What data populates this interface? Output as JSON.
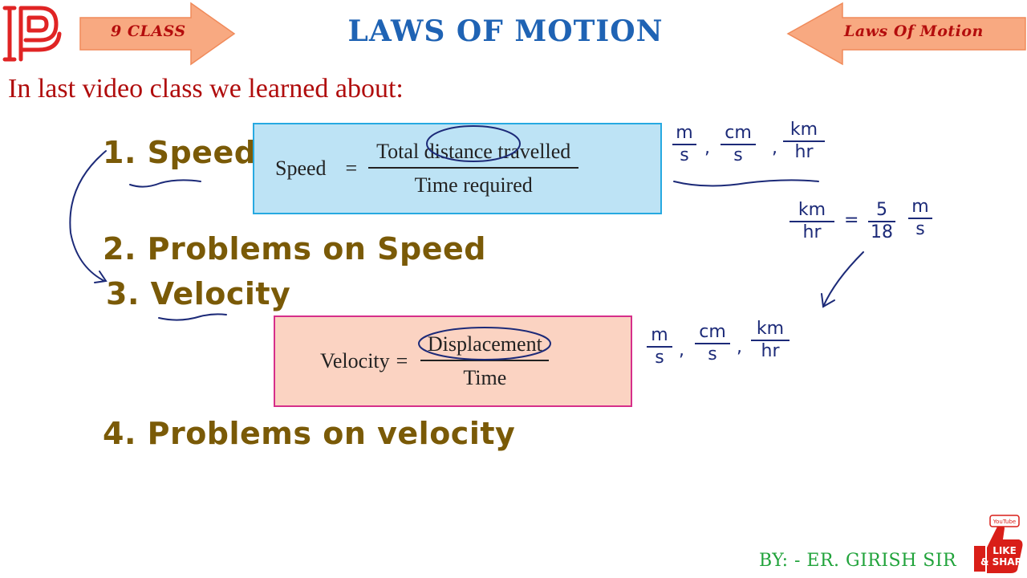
{
  "header": {
    "left_badge": "9 CLASS",
    "title": "LAWS OF MOTION",
    "right_badge": "Laws Of Motion"
  },
  "intro": "In last video class we learned about:",
  "topics": [
    {
      "label": "1. Speed"
    },
    {
      "label": "2. Problems on Speed"
    },
    {
      "label": "3. Velocity"
    },
    {
      "label": "4. Problems on velocity"
    }
  ],
  "speed_formula": {
    "lhs": "Speed",
    "eq": "=",
    "numerator": "Total distance travelled",
    "denominator": "Time required"
  },
  "velocity_formula": {
    "lhs": "Velocity",
    "eq": "=",
    "numerator": "Displacement",
    "denominator": "Time"
  },
  "handwritten": {
    "speed_units": [
      {
        "num": "m",
        "den": "s"
      },
      {
        "num": "cm",
        "den": "s"
      },
      {
        "num": "km",
        "den": "hr"
      }
    ],
    "conversion": {
      "lhs_num": "km",
      "lhs_den": "hr",
      "eq": "=",
      "factor_num": "5",
      "factor_den": "18",
      "rhs_num": "m",
      "rhs_den": "s"
    },
    "velocity_units": [
      {
        "num": "m",
        "den": "s"
      },
      {
        "num": "cm",
        "den": "s"
      },
      {
        "num": "km",
        "den": "hr"
      }
    ],
    "comma": ","
  },
  "footer": {
    "credit": "BY: - ER. GIRISH SIR",
    "like_badge_top": "YouTube",
    "like_badge_line1": "LIKE",
    "like_badge_line2": "& SHARE"
  },
  "colors": {
    "title_blue": "#1f63b4",
    "badge_fill": "#f8a981",
    "badge_text": "#b40d0d",
    "intro_red": "#b00d0d",
    "topic_brown": "#7a5a07",
    "speed_box_fill": "#bde3f5",
    "speed_box_border": "#27a9e1",
    "velocity_box_fill": "#fbd3c2",
    "velocity_box_border": "#d62f8a",
    "ink": "#1c2a78",
    "credit_green": "#21a33b"
  },
  "icons": {
    "logo": "ip-logo-icon",
    "like_share": "like-share-thumb-icon"
  }
}
